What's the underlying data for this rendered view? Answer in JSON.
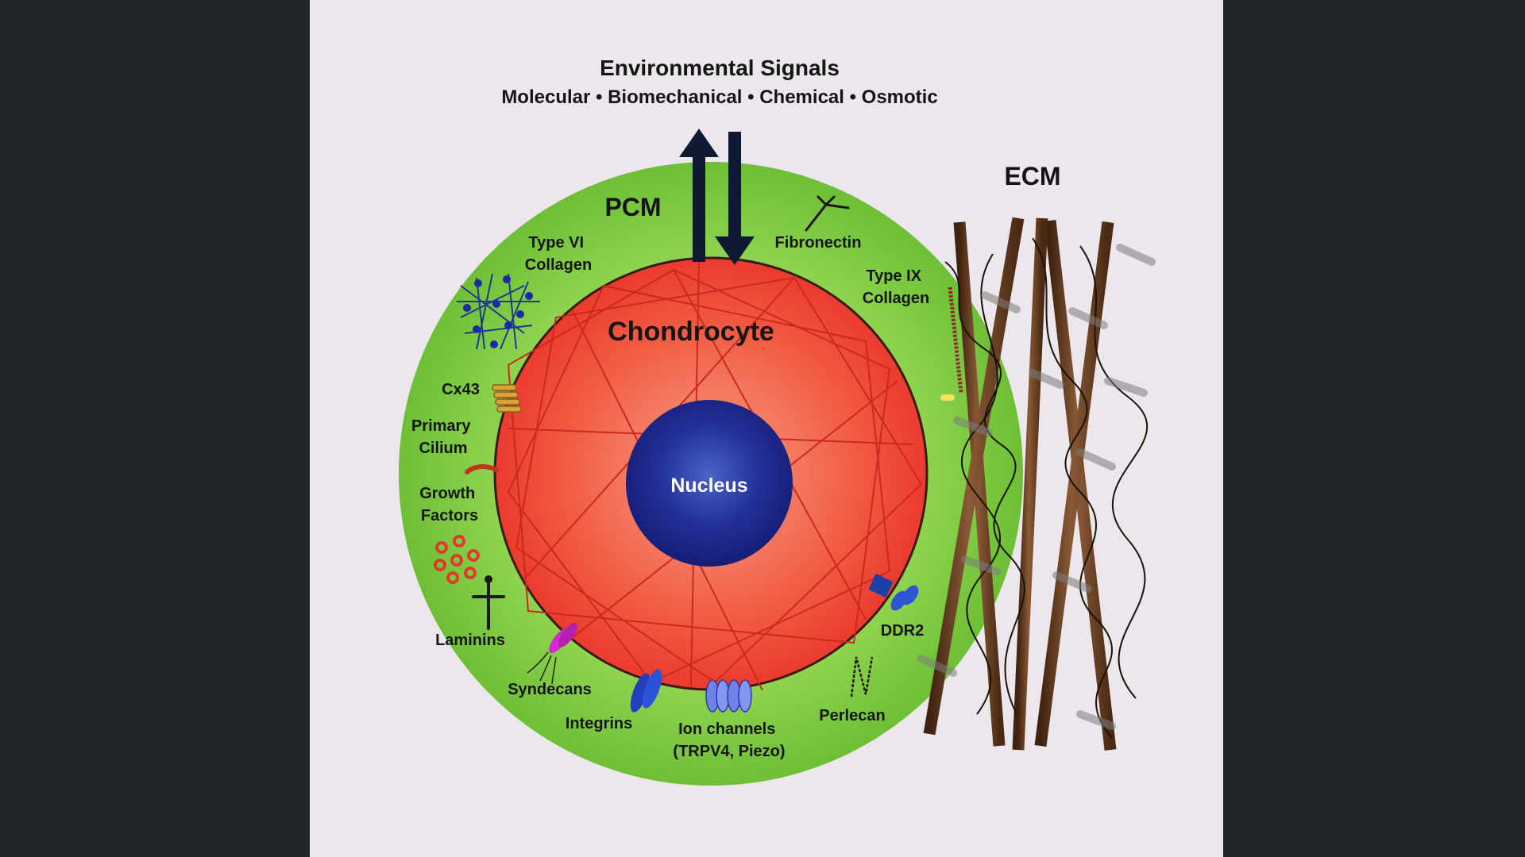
{
  "title": "Environmental Signals",
  "subtitle": "Molecular • Biomechanical • Chemical • Osmotic",
  "regions": {
    "pcm": "PCM",
    "ecm": "ECM",
    "cell": "Chondrocyte",
    "nucleus": "Nucleus"
  },
  "components": {
    "type6_collagen": [
      "Type VI",
      "Collagen"
    ],
    "fibronectin": "Fibronectin",
    "type9_collagen": [
      "Type IX",
      "Collagen"
    ],
    "cx43": "Cx43",
    "primary_cilium": [
      "Primary",
      "Cilium"
    ],
    "growth_factors": [
      "Growth",
      "Factors"
    ],
    "laminins": "Laminins",
    "syndecans": "Syndecans",
    "integrins": "Integrins",
    "ion_channels": [
      "Ion channels",
      "(TRPV4, Piezo)"
    ],
    "perlecan": "Perlecan",
    "ddr2": "DDR2"
  },
  "colors": {
    "frame": "#232629",
    "panel": "#ece7ec",
    "pcm_green": "#6dc137",
    "cell_red": "#f04a3a",
    "nucleus_blue": "#1c2483",
    "fiber_brown": "#6e4124",
    "arrow_navy": "#0e1a33"
  }
}
